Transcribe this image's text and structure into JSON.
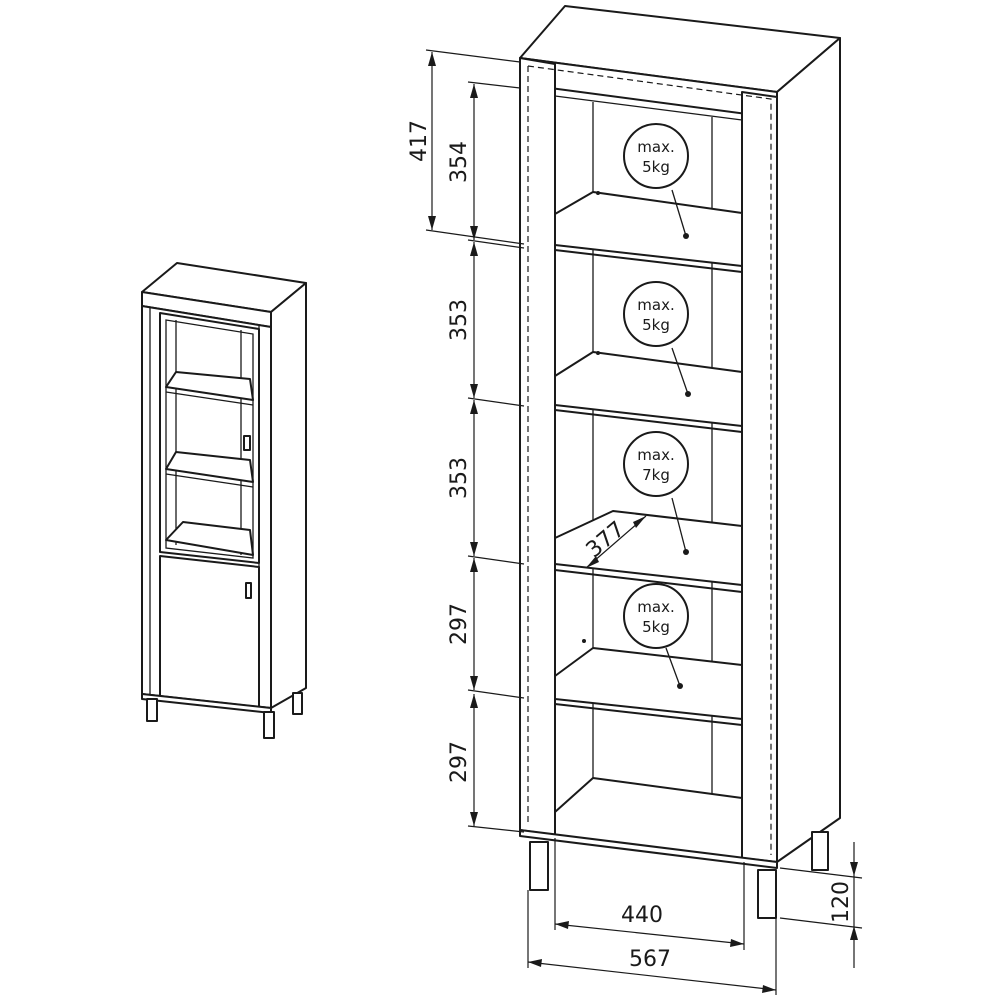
{
  "dimensions": {
    "top_section": "417",
    "compartment_1": "354",
    "compartment_2": "353",
    "compartment_3": "353",
    "compartment_4": "297",
    "compartment_5": "297",
    "depth": "377",
    "inner_width": "440",
    "outer_width": "567",
    "leg_height": "120"
  },
  "shelf_loads": [
    {
      "line1": "max.",
      "line2": "5kg"
    },
    {
      "line1": "max.",
      "line2": "5kg"
    },
    {
      "line1": "max.",
      "line2": "7kg"
    },
    {
      "line1": "max.",
      "line2": "5kg"
    }
  ]
}
